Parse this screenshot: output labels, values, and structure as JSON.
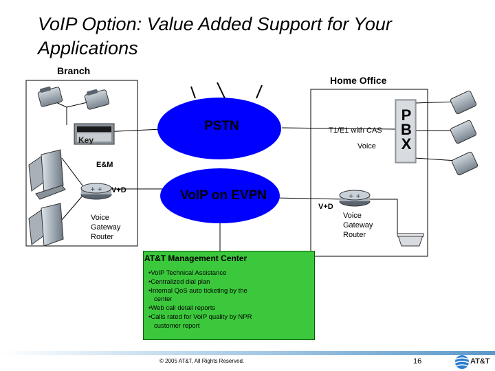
{
  "title": "VoIP Option: Value Added Support for Your Applications",
  "branch": {
    "label": "Branch",
    "key_label": "Key",
    "em_label": "E&M",
    "vd_label": "V+D",
    "router_label": [
      "Voice",
      "Gateway",
      "Router"
    ]
  },
  "home_office": {
    "label": "Home Office",
    "t1_label": "T1/E1 with CAS",
    "voice_label": "Voice",
    "pbx_letters": [
      "P",
      "B",
      "X"
    ],
    "vd_label": "V+D",
    "router_label": [
      "Voice",
      "Gateway",
      "Router"
    ]
  },
  "clouds": {
    "pstn_label": "PSTN",
    "voip_label": "VoIP on EVPN"
  },
  "management": {
    "title": "AT&T Management Center",
    "bullets": [
      "•VoIP Technical Assistance",
      "•Centralized dial plan",
      "•Internal QoS auto ticketing by the center",
      "•Web call detail reports",
      "•Calls rated for VoIP quality by NPR customer report"
    ]
  },
  "footer": {
    "copyright": "© 2005 AT&T, All Rights Reserved.",
    "page_number": "16",
    "logo_text": "AT&T"
  },
  "colors": {
    "cloud_blue": "#0000ff",
    "management_green": "#3cc83c",
    "footer_blue": "#7ab0d8"
  },
  "icons": [
    "phone-icon",
    "computer-icon",
    "router-icon",
    "database-icon",
    "att-globe-icon",
    "key-system-icon",
    "antenna-icon"
  ]
}
